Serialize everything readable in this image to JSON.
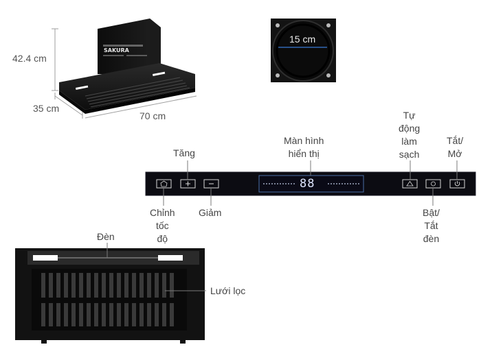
{
  "dimensions": {
    "height": "42.4 cm",
    "depth": "35 cm",
    "width": "70 cm",
    "duct": "15 cm"
  },
  "hood": {
    "brand": "SAKURA"
  },
  "control_panel": {
    "display_value": "88",
    "labels": {
      "increase": "Tăng",
      "speed_line1": "Chỉnh",
      "speed_line2": "tốc",
      "speed_line3": "độ",
      "decrease": "Giảm",
      "display_line1": "Màn hình",
      "display_line2": "hiển thị",
      "autoclean_line1": "Tự",
      "autoclean_line2": "động",
      "autoclean_line3": "làm",
      "autoclean_line4": "sạch",
      "light_line1": "Bật/",
      "light_line2": "Tắt",
      "light_line3": "đèn",
      "power_line1": "Tắt/",
      "power_line2": "Mở"
    }
  },
  "underside": {
    "light_label": "Đèn",
    "filter_label": "Lưới lọc"
  }
}
